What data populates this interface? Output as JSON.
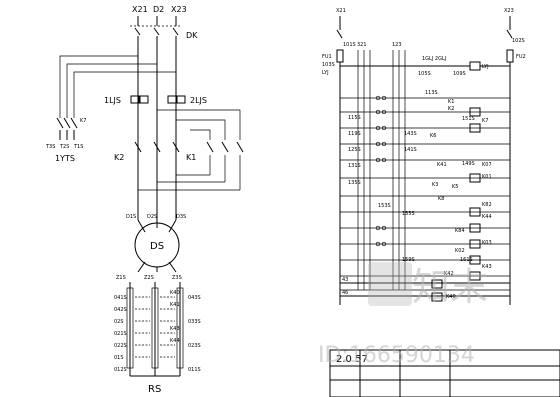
{
  "left": {
    "top_labels": [
      "X21",
      "D2",
      "X23"
    ],
    "switch_label": "DK",
    "relay_1": "1LJS",
    "relay_2": "2LJS",
    "k7": "K7",
    "k2": "K2",
    "k1": "K1",
    "outputs": [
      "T3S",
      "T2S",
      "T1S"
    ],
    "output_group": "1YTS",
    "motor": "DS",
    "motor_terms_top": [
      "D1S",
      "D2S",
      "D3S"
    ],
    "motor_terms_bottom": [
      "Z1S",
      "Z2S",
      "Z3S"
    ],
    "bank_left": [
      "041S",
      "042S",
      "02S",
      "021S",
      "022S",
      "01S",
      "012S"
    ],
    "bank_right": [
      "K40",
      "K41",
      "043S",
      "033S",
      "023S",
      "K43",
      "K44",
      "011S"
    ],
    "bank_label": "RS"
  },
  "right": {
    "top_left": "X21",
    "top_right": "X23",
    "fuse_left": "FU1",
    "fuse_right": "FU2",
    "lyj_left": "LYJ",
    "lyj_right": "LYJ",
    "col_left": "321",
    "col_right": "123",
    "wire_101": "101S",
    "wire_103": "103S",
    "wire_102": "102S",
    "relay_top": "1GLJ  2GLJ",
    "wire_105": "105S",
    "wire_109": "109S",
    "wire_113": "113S",
    "contacts": [
      "K1",
      "K2",
      "K3",
      "K5",
      "K6",
      "K7",
      "K8",
      "K40",
      "K41",
      "K42",
      "K43",
      "K44",
      "K82",
      "K84",
      "K01",
      "K02",
      "K03",
      "K07"
    ],
    "wires": [
      "115S",
      "119S",
      "125S",
      "131S",
      "135S",
      "141S",
      "143S",
      "149S",
      "151S",
      "153S",
      "155S",
      "159S",
      "161S"
    ],
    "row_43": "43",
    "row_46": "46",
    "footer_text": "2.0  57"
  },
  "watermark": {
    "brand": "知末",
    "id_text": "ID:166590134"
  }
}
